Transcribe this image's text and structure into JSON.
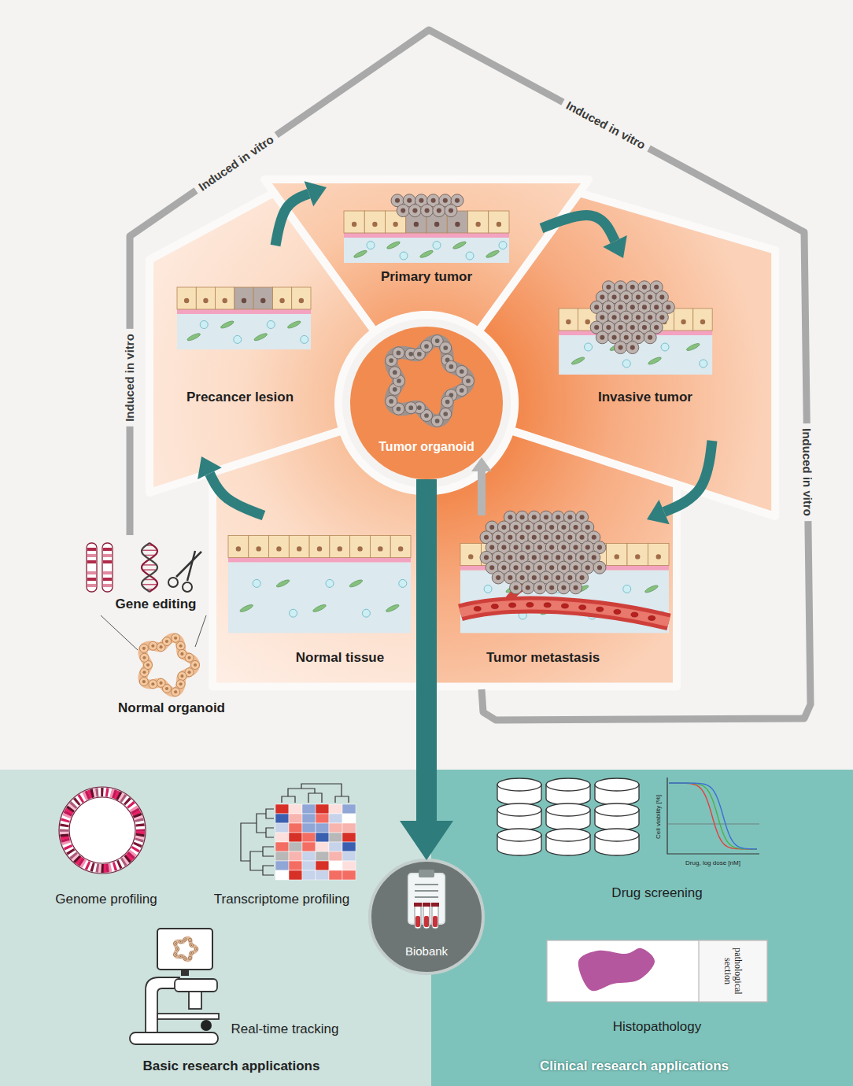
{
  "diagram": {
    "nodes": [
      {
        "text": [
          "Primary tumor"
        ]
      },
      {
        "text": [
          "Precancer lesion"
        ]
      },
      {
        "text": [
          "Invasive tumor"
        ]
      },
      {
        "text": [
          "Tumor organoid"
        ]
      },
      {
        "text": [
          "Normal tissue"
        ]
      },
      {
        "text": [
          "Tumor metastasis"
        ]
      },
      {
        "text": [
          "Basic research applications"
        ]
      },
      {
        "text": [
          "Biobank"
        ]
      },
      {
        "text": [
          "Clinical research applications"
        ]
      }
    ],
    "edges": [
      {
        "from": 4,
        "to": 1,
        "arrow": "to"
      },
      {
        "from": 1,
        "to": 0,
        "arrow": "to"
      },
      {
        "from": 0,
        "to": 2,
        "arrow": "to"
      },
      {
        "from": 2,
        "to": 5,
        "arrow": "to"
      },
      {
        "from": 5,
        "to": 3,
        "arrow": "to"
      },
      {
        "from": 3,
        "to": 7,
        "arrow": "to"
      }
    ],
    "labels": [
      "Induced in vitro",
      "Induced in vitro",
      "Induced in vitro",
      "Induced in vitro",
      "Gene editing",
      "Normal organoid",
      "Genome profiling",
      "Transcriptome profiling",
      "Real-time tracking",
      "Cell viability [%]",
      "Drug, log dose [nM]",
      "Drug screening",
      "pathological section",
      "Histopathology"
    ]
  }
}
